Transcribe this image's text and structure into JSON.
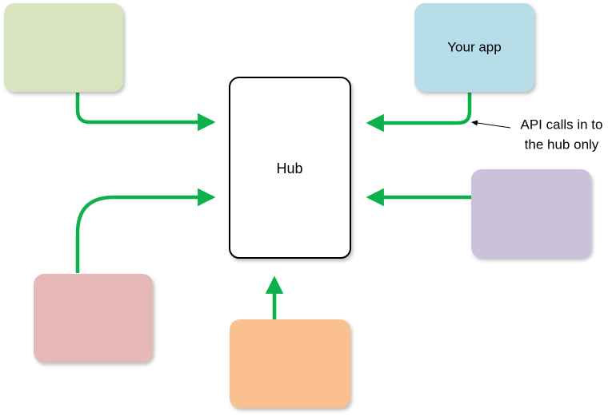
{
  "hub": {
    "label": "Hub"
  },
  "app": {
    "label": "Your app"
  },
  "annotation": {
    "line1": "API calls in to",
    "line2": "the hub only"
  },
  "colors": {
    "arrow": "#0DB14B",
    "green_box": "#D7E4BD",
    "blue_box": "#B7DDE8",
    "purple_box": "#CCC1DA",
    "red_box": "#E6B9B8",
    "orange_box": "#FAC090",
    "hub_fill": "#FFFFFF",
    "hub_border": "#000000"
  }
}
